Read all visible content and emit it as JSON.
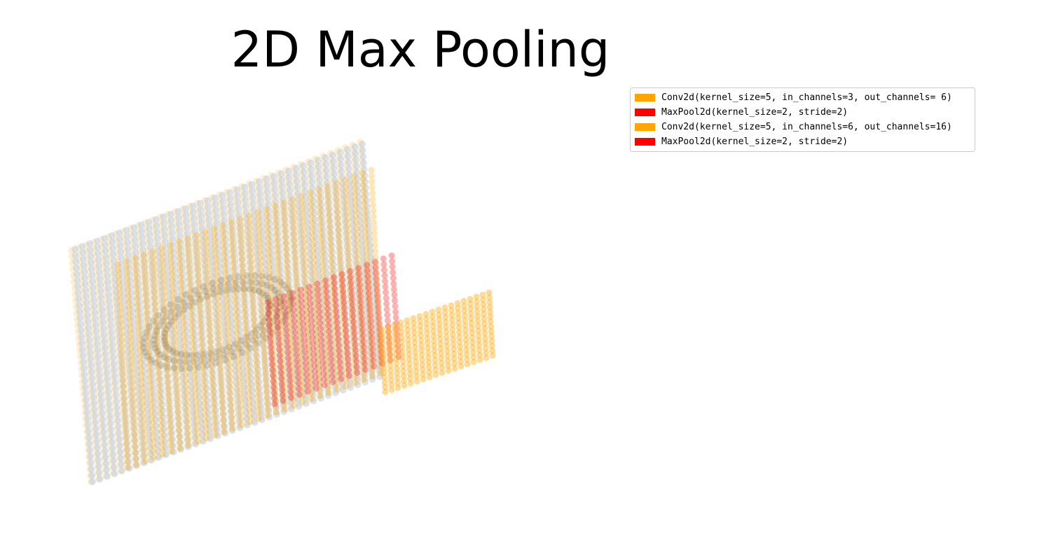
{
  "title": "2D Max Pooling",
  "legend": [
    {
      "label": "Conv2d(kernel_size=5, in_channels=3, out_channels= 6)",
      "color": "#ffa500"
    },
    {
      "label": "MaxPool2d(kernel_size=2, stride=2)",
      "color": "#ff0000"
    },
    {
      "label": "Conv2d(kernel_size=5, in_channels=6, out_channels=16)",
      "color": "#ffa500"
    },
    {
      "label": "MaxPool2d(kernel_size=2, stride=2)",
      "color": "#ff0000"
    }
  ],
  "colors": {
    "input_layer": "#b0c4de",
    "input_pattern": "#6b5a45",
    "conv_layer": "#ffa500",
    "pool_layer": "#ff0000"
  }
}
